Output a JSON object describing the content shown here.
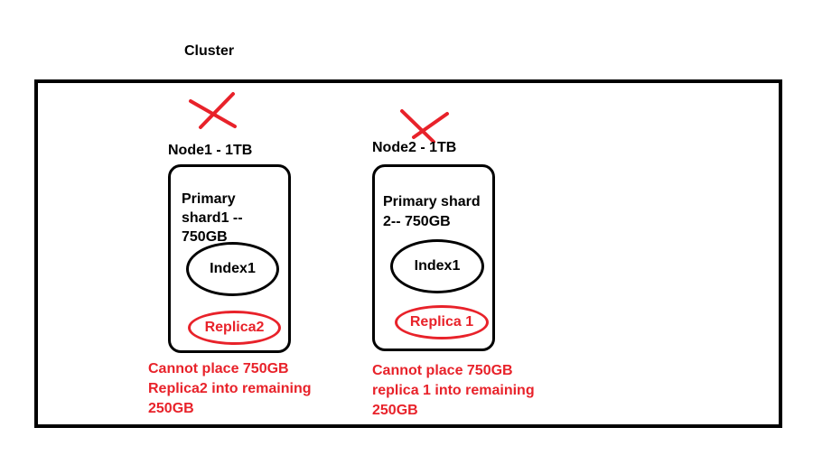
{
  "title": "Cluster",
  "colors": {
    "accent": "#e8222a",
    "ink": "#000000",
    "background": "#ffffff"
  },
  "nodes": [
    {
      "label": "Node1 - 1TB",
      "primary_lines": [
        "Primary",
        "shard1 --",
        "750GB"
      ],
      "index": "Index1",
      "replica": "Replica2",
      "status_icon": "red-x-icon",
      "error_lines": [
        "Cannot place 750GB",
        "Replica2 into remaining",
        "250GB"
      ]
    },
    {
      "label": "Node2 - 1TB",
      "primary_lines": [
        "Primary shard",
        "2-- 750GB"
      ],
      "index": "Index1",
      "replica": "Replica 1",
      "status_icon": "red-x-icon",
      "error_lines": [
        "Cannot place 750GB",
        "replica 1 into remaining",
        "250GB"
      ]
    }
  ]
}
